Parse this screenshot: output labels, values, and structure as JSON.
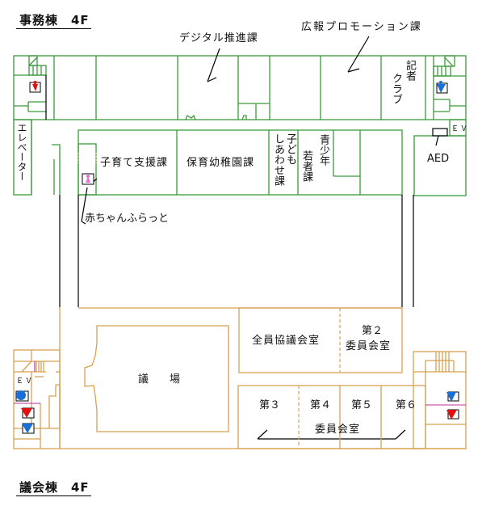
{
  "titles": {
    "office_building": "事務棟　4F",
    "assembly_building": "議会棟　4F"
  },
  "office_floor": {
    "rooms": {
      "digital": "デジタル推進課",
      "pr": "広報プロモーション課",
      "press_club_1": "記者",
      "press_club_2": "クラブ",
      "elevator": "エレベーター",
      "childcare_support": "子育て支援課",
      "nursery": "保育幼稚園課",
      "child_happiness_1": "子ども",
      "child_happiness_2": "しあわせ課",
      "youth_1": "青少年",
      "youth_2": "若者課",
      "aed": "AED",
      "ev": "ＥＶ",
      "baby_flat": "赤ちゃんふらっと"
    }
  },
  "assembly_floor": {
    "rooms": {
      "chamber": "議　　場",
      "all_members": "全員協議会室",
      "committee2_1": "第２",
      "committee2_2": "委員会室",
      "room3": "第３",
      "room4": "第４",
      "room5": "第５",
      "room6": "第６",
      "committee": "委員会室",
      "ev": "ＥＶ"
    }
  },
  "colors": {
    "office_lines": "#3a9a3a",
    "assembly_lines": "#d8a050",
    "toilet_male": "#1a6fd8",
    "toilet_female": "#e01010",
    "baby": "#e070e0"
  }
}
